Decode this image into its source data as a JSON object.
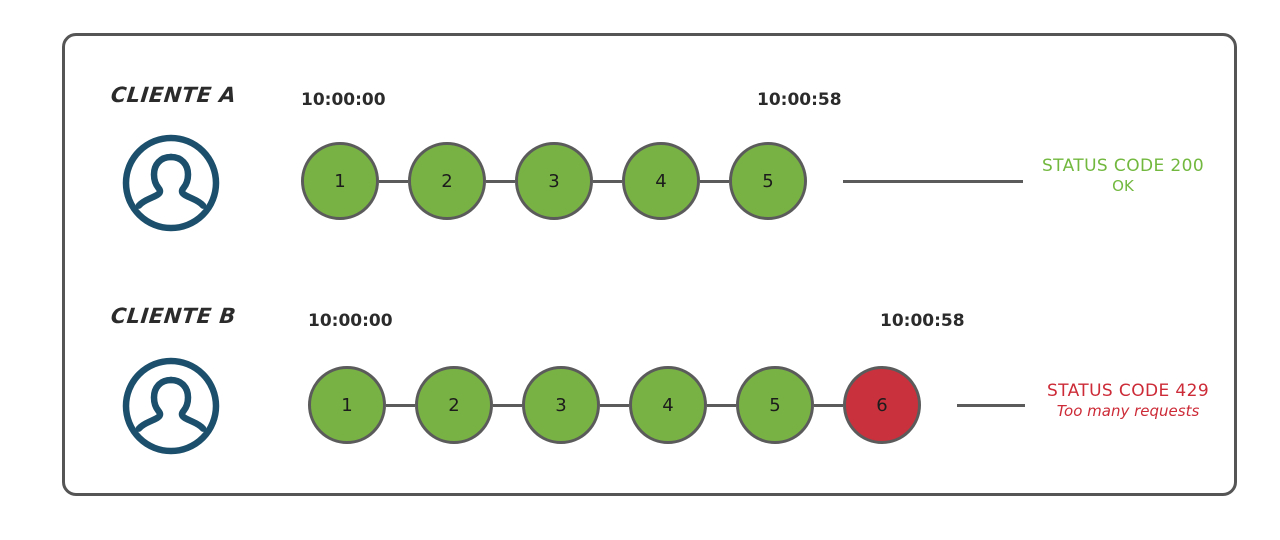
{
  "diagram": {
    "title_present": false,
    "colors": {
      "frame_border": "#555555",
      "node_ok": "#79b244",
      "node_error": "#c9313c",
      "node_stroke": "#5b5b5b",
      "avatar": "#1b4f6b",
      "status_ok_text": "#72b83f",
      "status_error_text": "#cc2b37",
      "label_text": "#2b2b2b"
    },
    "rows": [
      {
        "id": "cliente-a",
        "label": "CLIENTE A",
        "avatar_icon": "user-avatar-icon",
        "start_time": "10:00:00",
        "end_time": "10:00:58",
        "requests": [
          {
            "n": "1",
            "state": "ok"
          },
          {
            "n": "2",
            "state": "ok"
          },
          {
            "n": "3",
            "state": "ok"
          },
          {
            "n": "4",
            "state": "ok"
          },
          {
            "n": "5",
            "state": "ok"
          }
        ],
        "status": {
          "line1": "STATUS CODE 200",
          "line2": "OK",
          "tone": "green"
        }
      },
      {
        "id": "cliente-b",
        "label": "CLIENTE B",
        "avatar_icon": "user-avatar-icon",
        "start_time": "10:00:00",
        "end_time": "10:00:58",
        "requests": [
          {
            "n": "1",
            "state": "ok"
          },
          {
            "n": "2",
            "state": "ok"
          },
          {
            "n": "3",
            "state": "ok"
          },
          {
            "n": "4",
            "state": "ok"
          },
          {
            "n": "5",
            "state": "ok"
          },
          {
            "n": "6",
            "state": "error"
          }
        ],
        "status": {
          "line1": "STATUS CODE 429",
          "line2": "Too many requests",
          "tone": "red"
        }
      }
    ]
  }
}
